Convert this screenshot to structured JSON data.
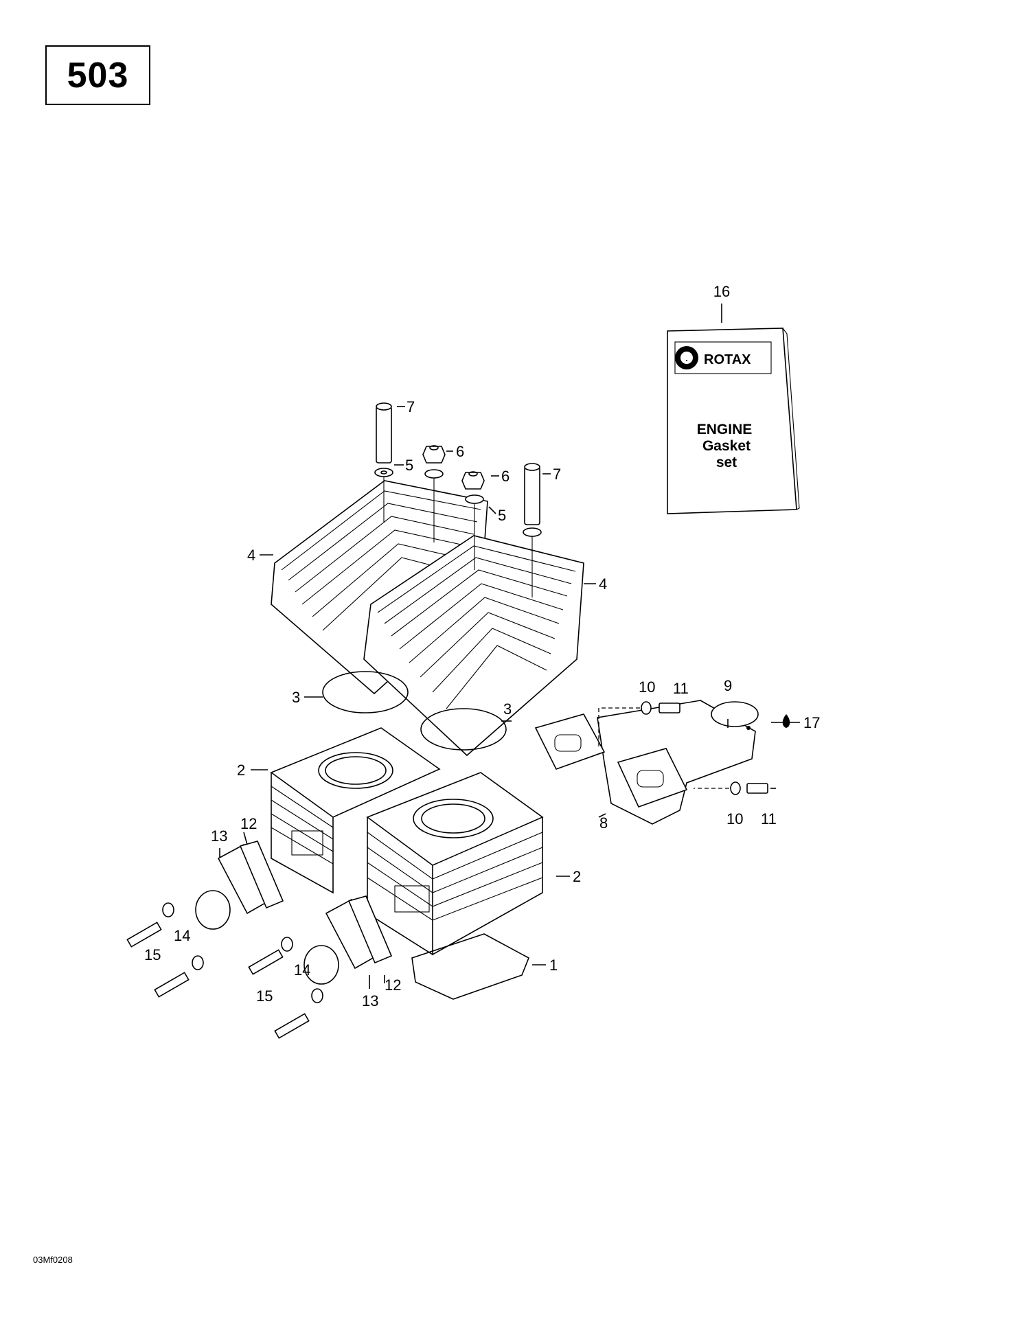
{
  "page": {
    "number": "503",
    "figure_code": "03Mf0208"
  },
  "kit": {
    "brand": "ROTAX",
    "brand_mark": ".",
    "line1": "ENGINE",
    "line2": "Gasket",
    "line3": "set"
  },
  "callouts": {
    "c1": "1",
    "c2a": "2",
    "c2b": "2",
    "c3a": "3",
    "c3b": "3",
    "c4a": "4",
    "c4b": "4",
    "c5a": "5",
    "c5b": "5",
    "c6a": "6",
    "c6b": "6",
    "c7a": "7",
    "c7b": "7",
    "c8": "8",
    "c9": "9",
    "c10a": "10",
    "c10b": "10",
    "c11a": "11",
    "c11b": "11",
    "c12a": "12",
    "c12b": "12",
    "c13a": "13",
    "c13b": "13",
    "c14a": "14",
    "c14b": "14",
    "c15a": "15",
    "c15b": "15",
    "c16": "16",
    "c17": "17"
  }
}
